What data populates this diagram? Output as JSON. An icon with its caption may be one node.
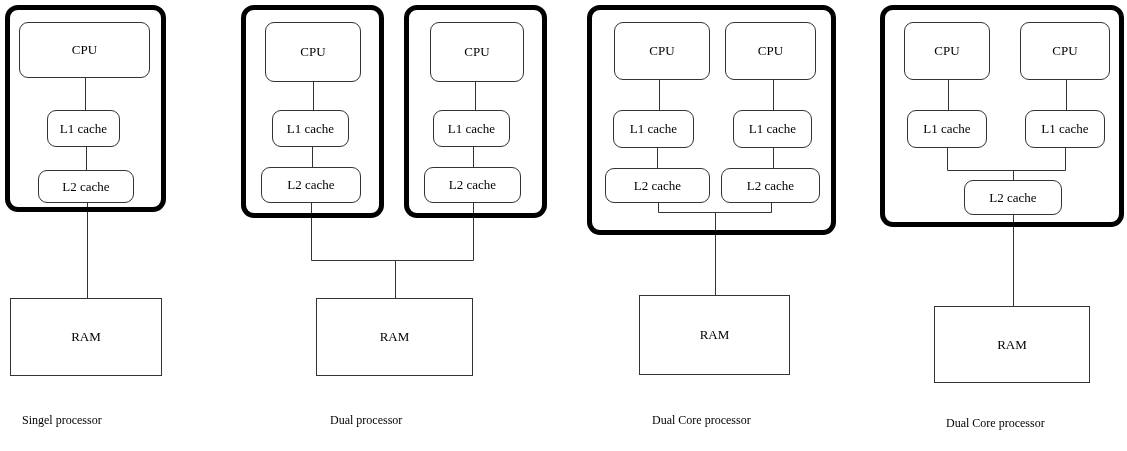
{
  "diagram": {
    "nodes": [
      {
        "text": [],
        "shape": "box"
      },
      {
        "text": [
          "CPU"
        ],
        "in": 0
      },
      {
        "text": [
          "L1 cache"
        ],
        "in": 0
      },
      {
        "text": [
          "L2 cache"
        ],
        "in": 0
      },
      {
        "text": [
          "RAM"
        ]
      },
      {
        "text": [],
        "shape": "box"
      },
      {
        "text": [
          "CPU"
        ],
        "in": 5
      },
      {
        "text": [
          "L1 cache"
        ],
        "in": 5
      },
      {
        "text": [
          "L2 cache"
        ],
        "in": 5
      },
      {
        "text": [],
        "shape": "box"
      },
      {
        "text": [
          "CPU"
        ],
        "in": 9
      },
      {
        "text": [
          "L1 cache"
        ],
        "in": 9
      },
      {
        "text": [
          "L2 cache"
        ],
        "in": 9
      },
      {
        "text": [
          "RAM"
        ]
      },
      {
        "text": [],
        "shape": "box"
      },
      {
        "text": [
          "CPU"
        ],
        "in": 14
      },
      {
        "text": [
          "CPU"
        ],
        "in": 14
      },
      {
        "text": [
          "L1 cache"
        ],
        "in": 14
      },
      {
        "text": [
          "L1 cache"
        ],
        "in": 14
      },
      {
        "text": [
          "L2 cache"
        ],
        "in": 14
      },
      {
        "text": [
          "L2 cache"
        ],
        "in": 14
      },
      {
        "text": [
          "RAM"
        ]
      },
      {
        "text": [],
        "shape": "box"
      },
      {
        "text": [
          "CPU"
        ],
        "in": 22
      },
      {
        "text": [
          "CPU"
        ],
        "in": 22
      },
      {
        "text": [
          "L1 cache"
        ],
        "in": 22
      },
      {
        "text": [
          "L1 cache"
        ],
        "in": 22
      },
      {
        "text": [
          "L2 cache"
        ],
        "in": 22
      },
      {
        "text": [
          "RAM"
        ]
      }
    ],
    "edges": [
      {
        "from": 1,
        "to": 2,
        "arrow": "none"
      },
      {
        "from": 2,
        "to": 3,
        "arrow": "none"
      },
      {
        "from": 3,
        "to": 4,
        "arrow": "none"
      },
      {
        "from": 6,
        "to": 7,
        "arrow": "none"
      },
      {
        "from": 7,
        "to": 8,
        "arrow": "none"
      },
      {
        "from": 8,
        "to": 13,
        "arrow": "none"
      },
      {
        "from": 10,
        "to": 11,
        "arrow": "none"
      },
      {
        "from": 11,
        "to": 12,
        "arrow": "none"
      },
      {
        "from": 12,
        "to": 13,
        "arrow": "none"
      },
      {
        "from": 15,
        "to": 17,
        "arrow": "none"
      },
      {
        "from": 17,
        "to": 19,
        "arrow": "none"
      },
      {
        "from": 16,
        "to": 18,
        "arrow": "none"
      },
      {
        "from": 18,
        "to": 20,
        "arrow": "none"
      },
      {
        "from": 19,
        "to": 21,
        "arrow": "none"
      },
      {
        "from": 20,
        "to": 21,
        "arrow": "none"
      },
      {
        "from": 23,
        "to": 25,
        "arrow": "none"
      },
      {
        "from": 24,
        "to": 26,
        "arrow": "none"
      },
      {
        "from": 25,
        "to": 27,
        "arrow": "none"
      },
      {
        "from": 26,
        "to": 27,
        "arrow": "none"
      },
      {
        "from": 27,
        "to": 28,
        "arrow": "none"
      }
    ],
    "labels": [
      "Singel processor",
      "Dual processor",
      "Dual Core processor",
      "Dual Core processor"
    ]
  }
}
